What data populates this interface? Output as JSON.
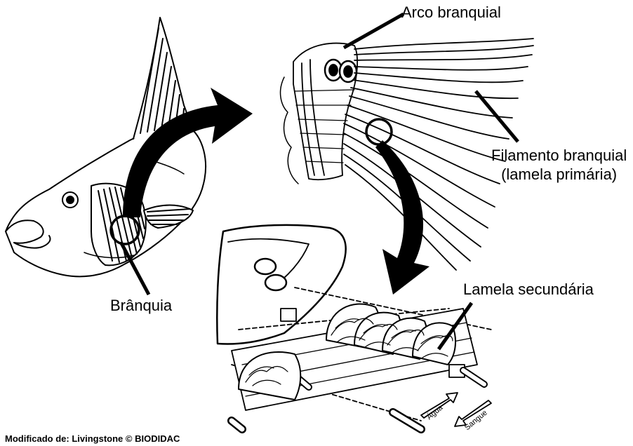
{
  "labels": {
    "gill_arch": "Arco branquial",
    "gill_filament_line1": "Filamento branquial",
    "gill_filament_line2": "(lamela primária)",
    "secondary_lamella": "Lamela secundária",
    "gill": "Brânquia",
    "water": "Água",
    "blood": "Sangue"
  },
  "credit": "Modificado de: Livingstone © BIODIDAC",
  "colors": {
    "ink": "#000000",
    "background": "#ffffff"
  },
  "icons": [
    "fish-illustration",
    "gill-arch-illustration",
    "lamellae-illustration",
    "zoom-arrow"
  ]
}
